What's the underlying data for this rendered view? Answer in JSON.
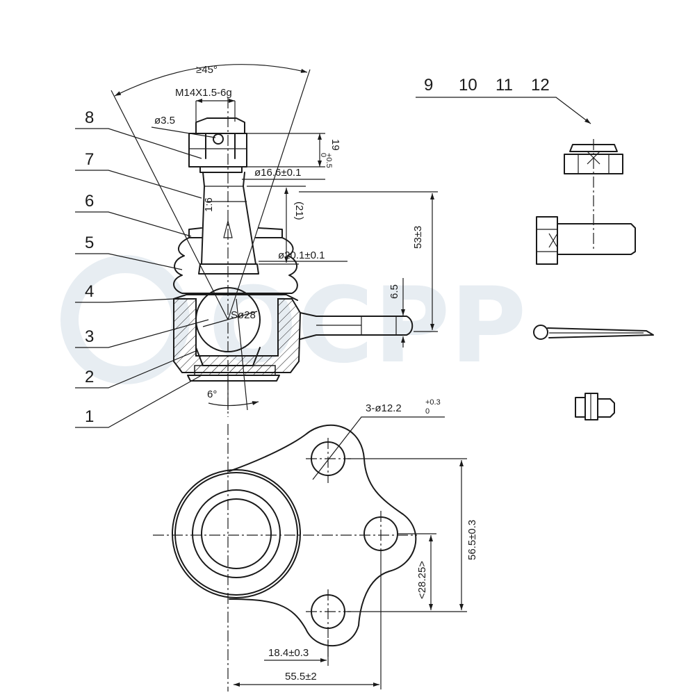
{
  "watermark": {
    "text": "OCPP",
    "color": "#dfe7ee"
  },
  "part_labels": [
    "1",
    "2",
    "3",
    "4",
    "5",
    "6",
    "7",
    "8"
  ],
  "kit_labels": [
    "9",
    "10",
    "11",
    "12"
  ],
  "dimensions": {
    "angle_top": "≥45°",
    "thread": "M14X1.5-6g",
    "pin_hole": "ø3.5",
    "nut_height": "19",
    "nut_height_tol_upper": "+0.5",
    "nut_height_tol_lower": "0",
    "stud_dia": "ø16.6±0.1",
    "taper": "1:6",
    "taper_len": "(21)",
    "stud_base_dia": "ø20.1±0.1",
    "height": "53±3",
    "flange_thk": "6.5",
    "ball_dia": "Sø28",
    "angle_bottom": "6°",
    "holes_count": "3-ø12.2",
    "holes_tol_upper": "+0.3",
    "holes_tol_lower": "0",
    "hole_span": "56.5±0.3",
    "hole_half": "<28.25>",
    "hole_offset": "18.4±0.3",
    "overall_width": "55.5±2"
  }
}
